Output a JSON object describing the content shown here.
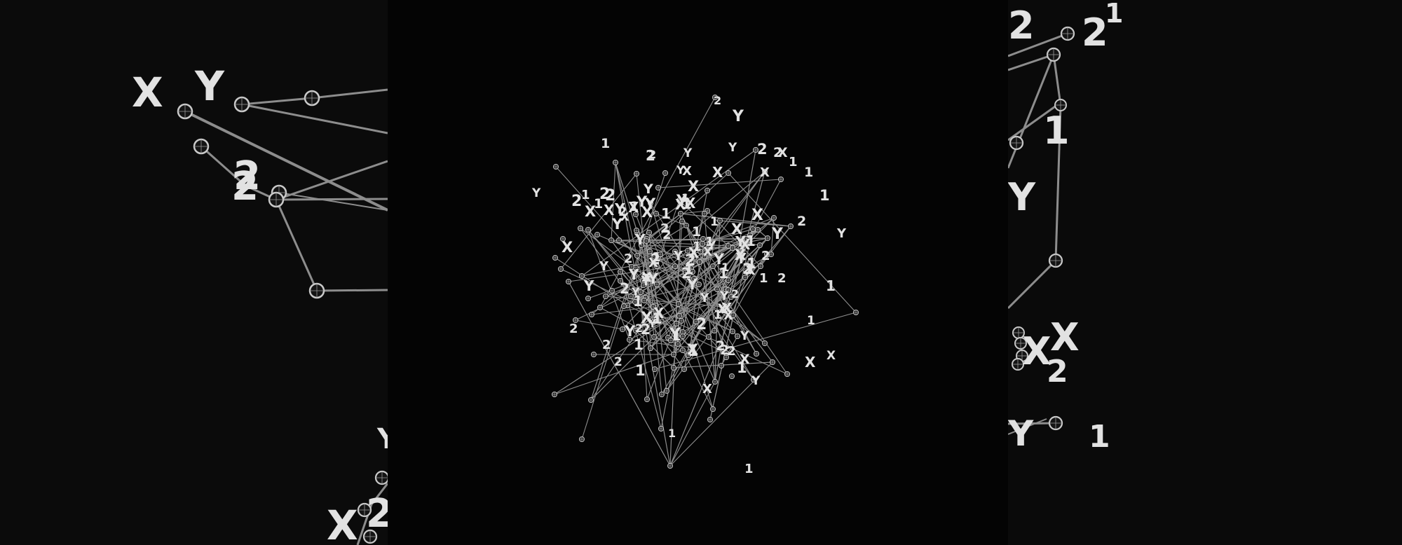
{
  "colors": {
    "background": "#050505",
    "edge": "#8d8d8d",
    "label": "#e2e2e2",
    "node": "#c9c9c9"
  },
  "label_glyphs": [
    "X",
    "Y",
    "1",
    "2"
  ],
  "panels": [
    {
      "id": "left",
      "description_name": "zoomed graph crop left"
    },
    {
      "id": "center",
      "description_name": "full graph view center"
    },
    {
      "id": "right",
      "description_name": "zoomed graph crop right"
    }
  ]
}
